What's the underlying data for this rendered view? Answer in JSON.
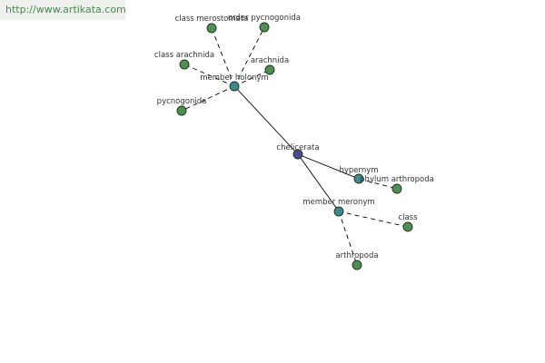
{
  "watermark": "http://www.artikata.com",
  "colors": {
    "leaf": "#4f8f4f",
    "relation": "#3f8a8a",
    "center": "#4a4a8e"
  },
  "nodes": [
    {
      "id": "chelicerata",
      "label": "chelicerata",
      "kind": "center"
    },
    {
      "id": "member-holonym",
      "label": "member holonym",
      "kind": "relation"
    },
    {
      "id": "hypernym",
      "label": "hypernym",
      "kind": "relation"
    },
    {
      "id": "member-meronym",
      "label": "member meronym",
      "kind": "relation"
    },
    {
      "id": "class-merostomata",
      "label": "class merostomata",
      "kind": "leaf"
    },
    {
      "id": "order-pycnogonida",
      "label": "order pycnogonida",
      "kind": "leaf"
    },
    {
      "id": "class-arachnida",
      "label": "class arachnida",
      "kind": "leaf"
    },
    {
      "id": "arachnida",
      "label": "arachnida",
      "kind": "leaf"
    },
    {
      "id": "pycnogonida",
      "label": "pycnogonida",
      "kind": "leaf"
    },
    {
      "id": "phylum-arthropoda",
      "label": "phylum arthropoda",
      "kind": "leaf"
    },
    {
      "id": "class",
      "label": "class",
      "kind": "leaf"
    },
    {
      "id": "arthropoda",
      "label": "arthropoda",
      "kind": "leaf"
    }
  ],
  "edges": [
    {
      "from": "chelicerata",
      "to": "member-holonym",
      "style": "solid"
    },
    {
      "from": "chelicerata",
      "to": "hypernym",
      "style": "solid"
    },
    {
      "from": "chelicerata",
      "to": "member-meronym",
      "style": "solid"
    },
    {
      "from": "member-holonym",
      "to": "class-merostomata",
      "style": "dashed"
    },
    {
      "from": "member-holonym",
      "to": "order-pycnogonida",
      "style": "dashed"
    },
    {
      "from": "member-holonym",
      "to": "class-arachnida",
      "style": "dashed"
    },
    {
      "from": "member-holonym",
      "to": "arachnida",
      "style": "dashed"
    },
    {
      "from": "member-holonym",
      "to": "pycnogonida",
      "style": "dashed"
    },
    {
      "from": "hypernym",
      "to": "phylum-arthropoda",
      "style": "dashed"
    },
    {
      "from": "member-meronym",
      "to": "class",
      "style": "dashed"
    },
    {
      "from": "member-meronym",
      "to": "arthropoda",
      "style": "dashed"
    }
  ]
}
